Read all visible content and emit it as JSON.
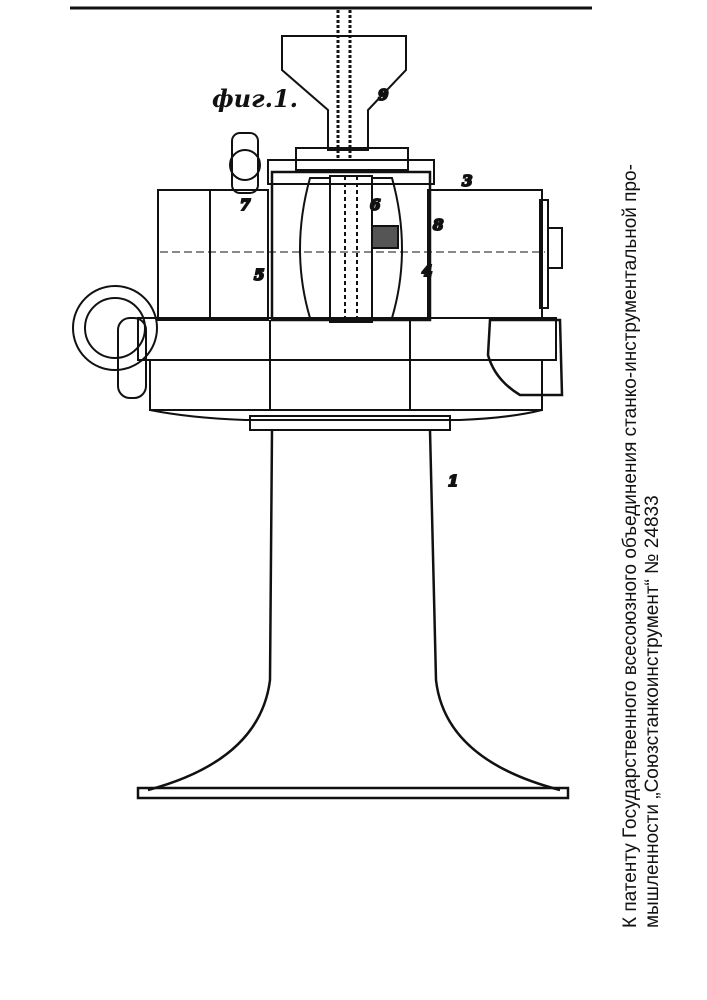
{
  "figure_label": "фиг.1.",
  "part_numbers": [
    "1",
    "3",
    "4",
    "5",
    "6",
    "7",
    "8",
    "9"
  ],
  "caption": {
    "line1": "К патенту Государственного всесоюзного объединения станко-инструментальной про-",
    "line2": "мышленности „Союзстанкоинструмент“ № 24833"
  }
}
